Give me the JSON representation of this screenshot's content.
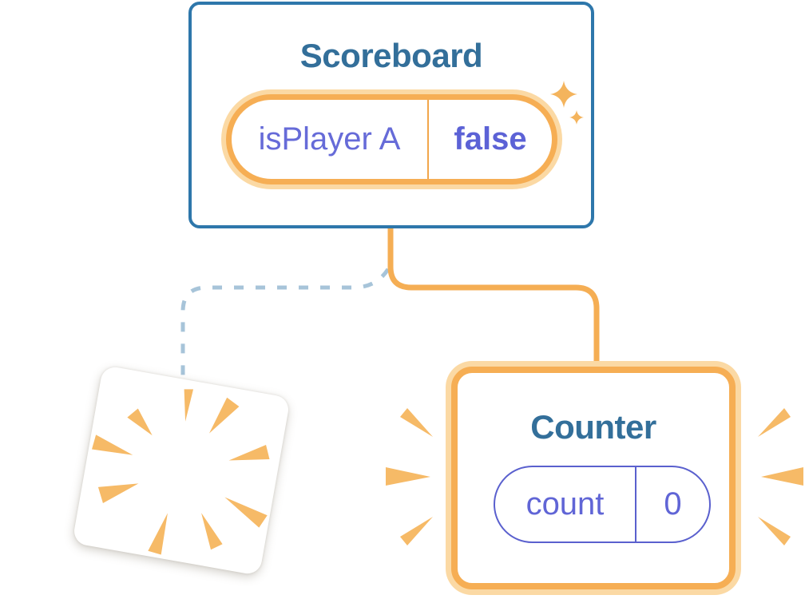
{
  "background": "#ffffff",
  "colors": {
    "card_border_blue": "#2E77AB",
    "title_text": "#336F9A",
    "state_text_indigo": "#6065D6",
    "state_pill_border_indigo": "#5A60CE",
    "orange": "#F6AE54",
    "orange_glow": "#FBD9A4",
    "orange_divider": "#F2A64B",
    "burst_orange": "#F6BA67",
    "sparkle_orange": "#F4B45D",
    "dashed_line_blue": "#A7C4D9"
  },
  "icons": {
    "sparkle_icon": "four-point-star",
    "burst_icon": "radial-tapered-wedges",
    "spark_icon": "tapered-wedge"
  },
  "scoreboard": {
    "title": "Scoreboard",
    "state": {
      "label": "isPlayer A",
      "value": "false"
    }
  },
  "counter": {
    "title": "Counter",
    "state": {
      "label": "count",
      "value": "0"
    }
  }
}
